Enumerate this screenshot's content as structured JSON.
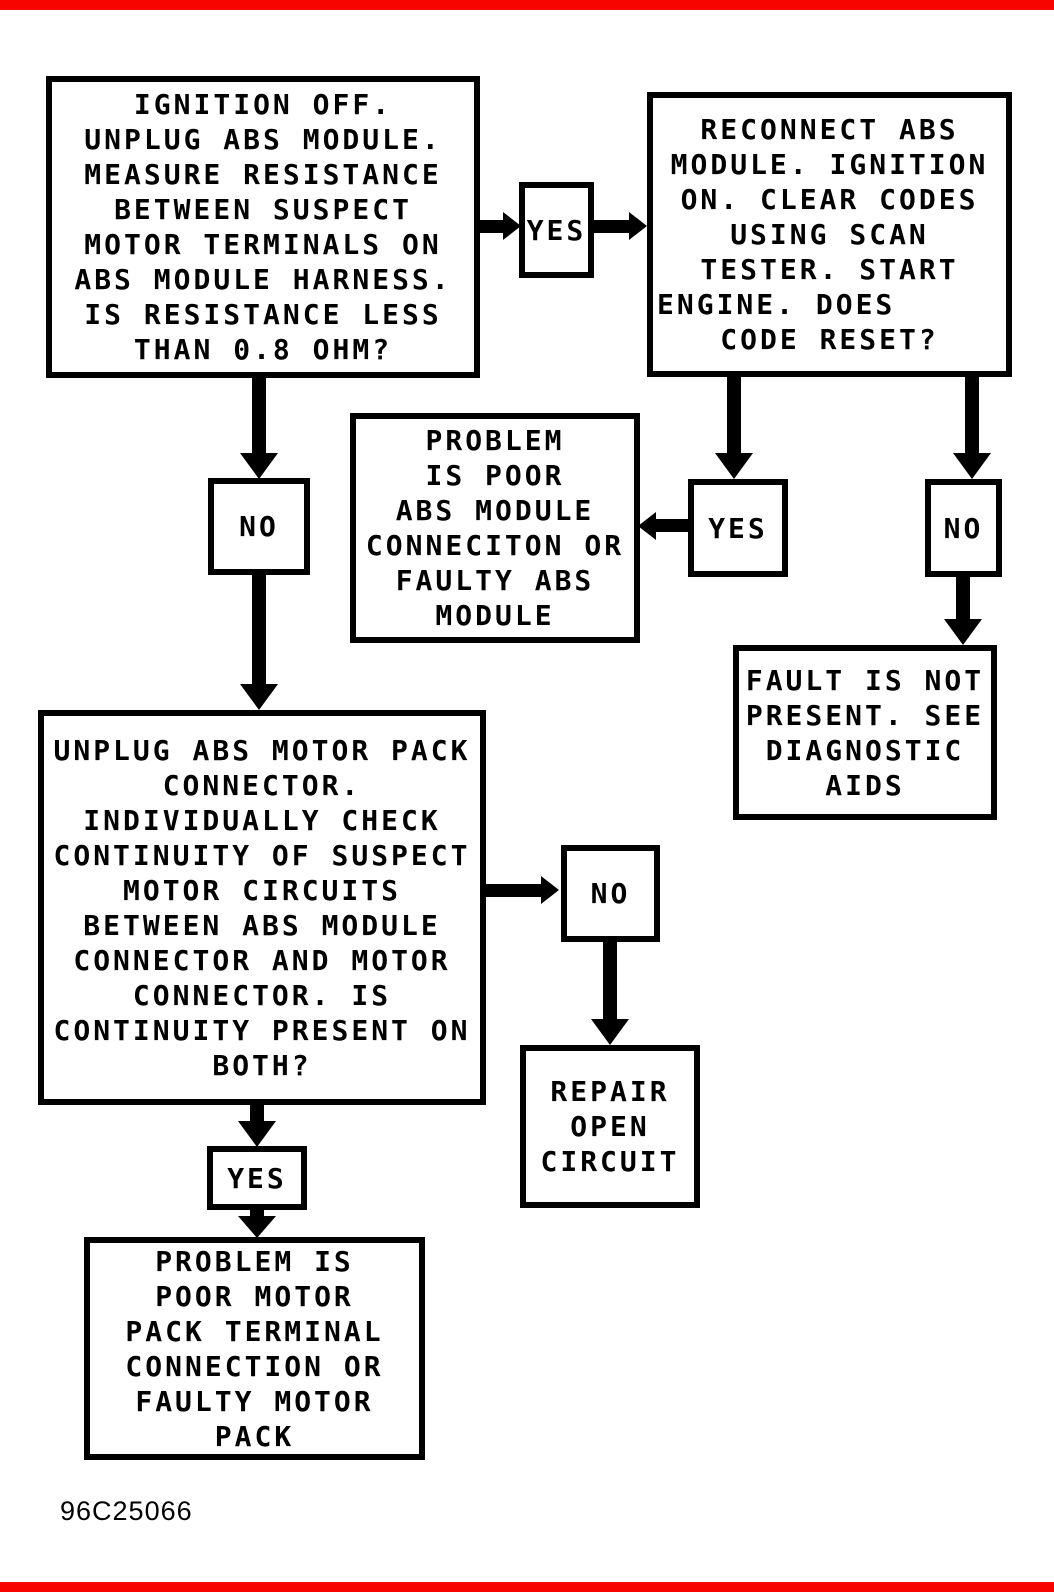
{
  "colors": {
    "ink": "#000000",
    "paper": "#ffffff",
    "edge_marker_red": "#f80400"
  },
  "flowchart": {
    "nodes": {
      "step1": {
        "lines": [
          "IGNITION OFF.",
          "UNPLUG ABS MODULE.",
          "MEASURE RESISTANCE",
          "BETWEEN SUSPECT",
          "MOTOR TERMINALS ON",
          "ABS MODULE HARNESS.",
          "IS RESISTANCE LESS",
          "THAN 0.8 OHM?"
        ]
      },
      "reconnect": {
        "lines": [
          "RECONNECT ABS",
          "MODULE. IGNITION",
          "ON. CLEAR CODES",
          "USING SCAN",
          "TESTER. START",
          "ENGINE. DOES",
          "CODE RESET?"
        ]
      },
      "problem_module": {
        "lines": [
          "PROBLEM",
          "IS POOR",
          "ABS MODULE",
          "CONNECITON OR",
          "FAULTY ABS",
          "MODULE"
        ]
      },
      "fault_not_present": {
        "lines": [
          "FAULT IS NOT",
          "PRESENT. SEE",
          "DIAGNOSTIC",
          "AIDS"
        ]
      },
      "step2": {
        "lines": [
          "UNPLUG ABS MOTOR PACK",
          "CONNECTOR.",
          "INDIVIDUALLY CHECK",
          "CONTINUITY OF SUSPECT",
          "MOTOR CIRCUITS",
          "BETWEEN ABS MODULE",
          "CONNECTOR AND MOTOR",
          "CONNECTOR. IS",
          "CONTINUITY PRESENT ON",
          "BOTH?"
        ]
      },
      "repair_open_circuit": {
        "lines": [
          "REPAIR",
          "OPEN",
          "CIRCUIT"
        ]
      },
      "problem_motor_pack": {
        "lines": [
          "PROBLEM IS",
          "POOR MOTOR",
          "PACK TERMINAL",
          "CONNECTION OR",
          "FAULTY MOTOR",
          "PACK"
        ]
      }
    },
    "decision_labels": {
      "yes_to_reconnect": "YES",
      "no_to_step2": "NO",
      "yes_to_problem_module": "YES",
      "no_to_fault_aids": "NO",
      "no_to_repair": "NO",
      "yes_to_problem_motor_pack": "YES"
    }
  },
  "footer": {
    "figure_code": "96C25066"
  }
}
